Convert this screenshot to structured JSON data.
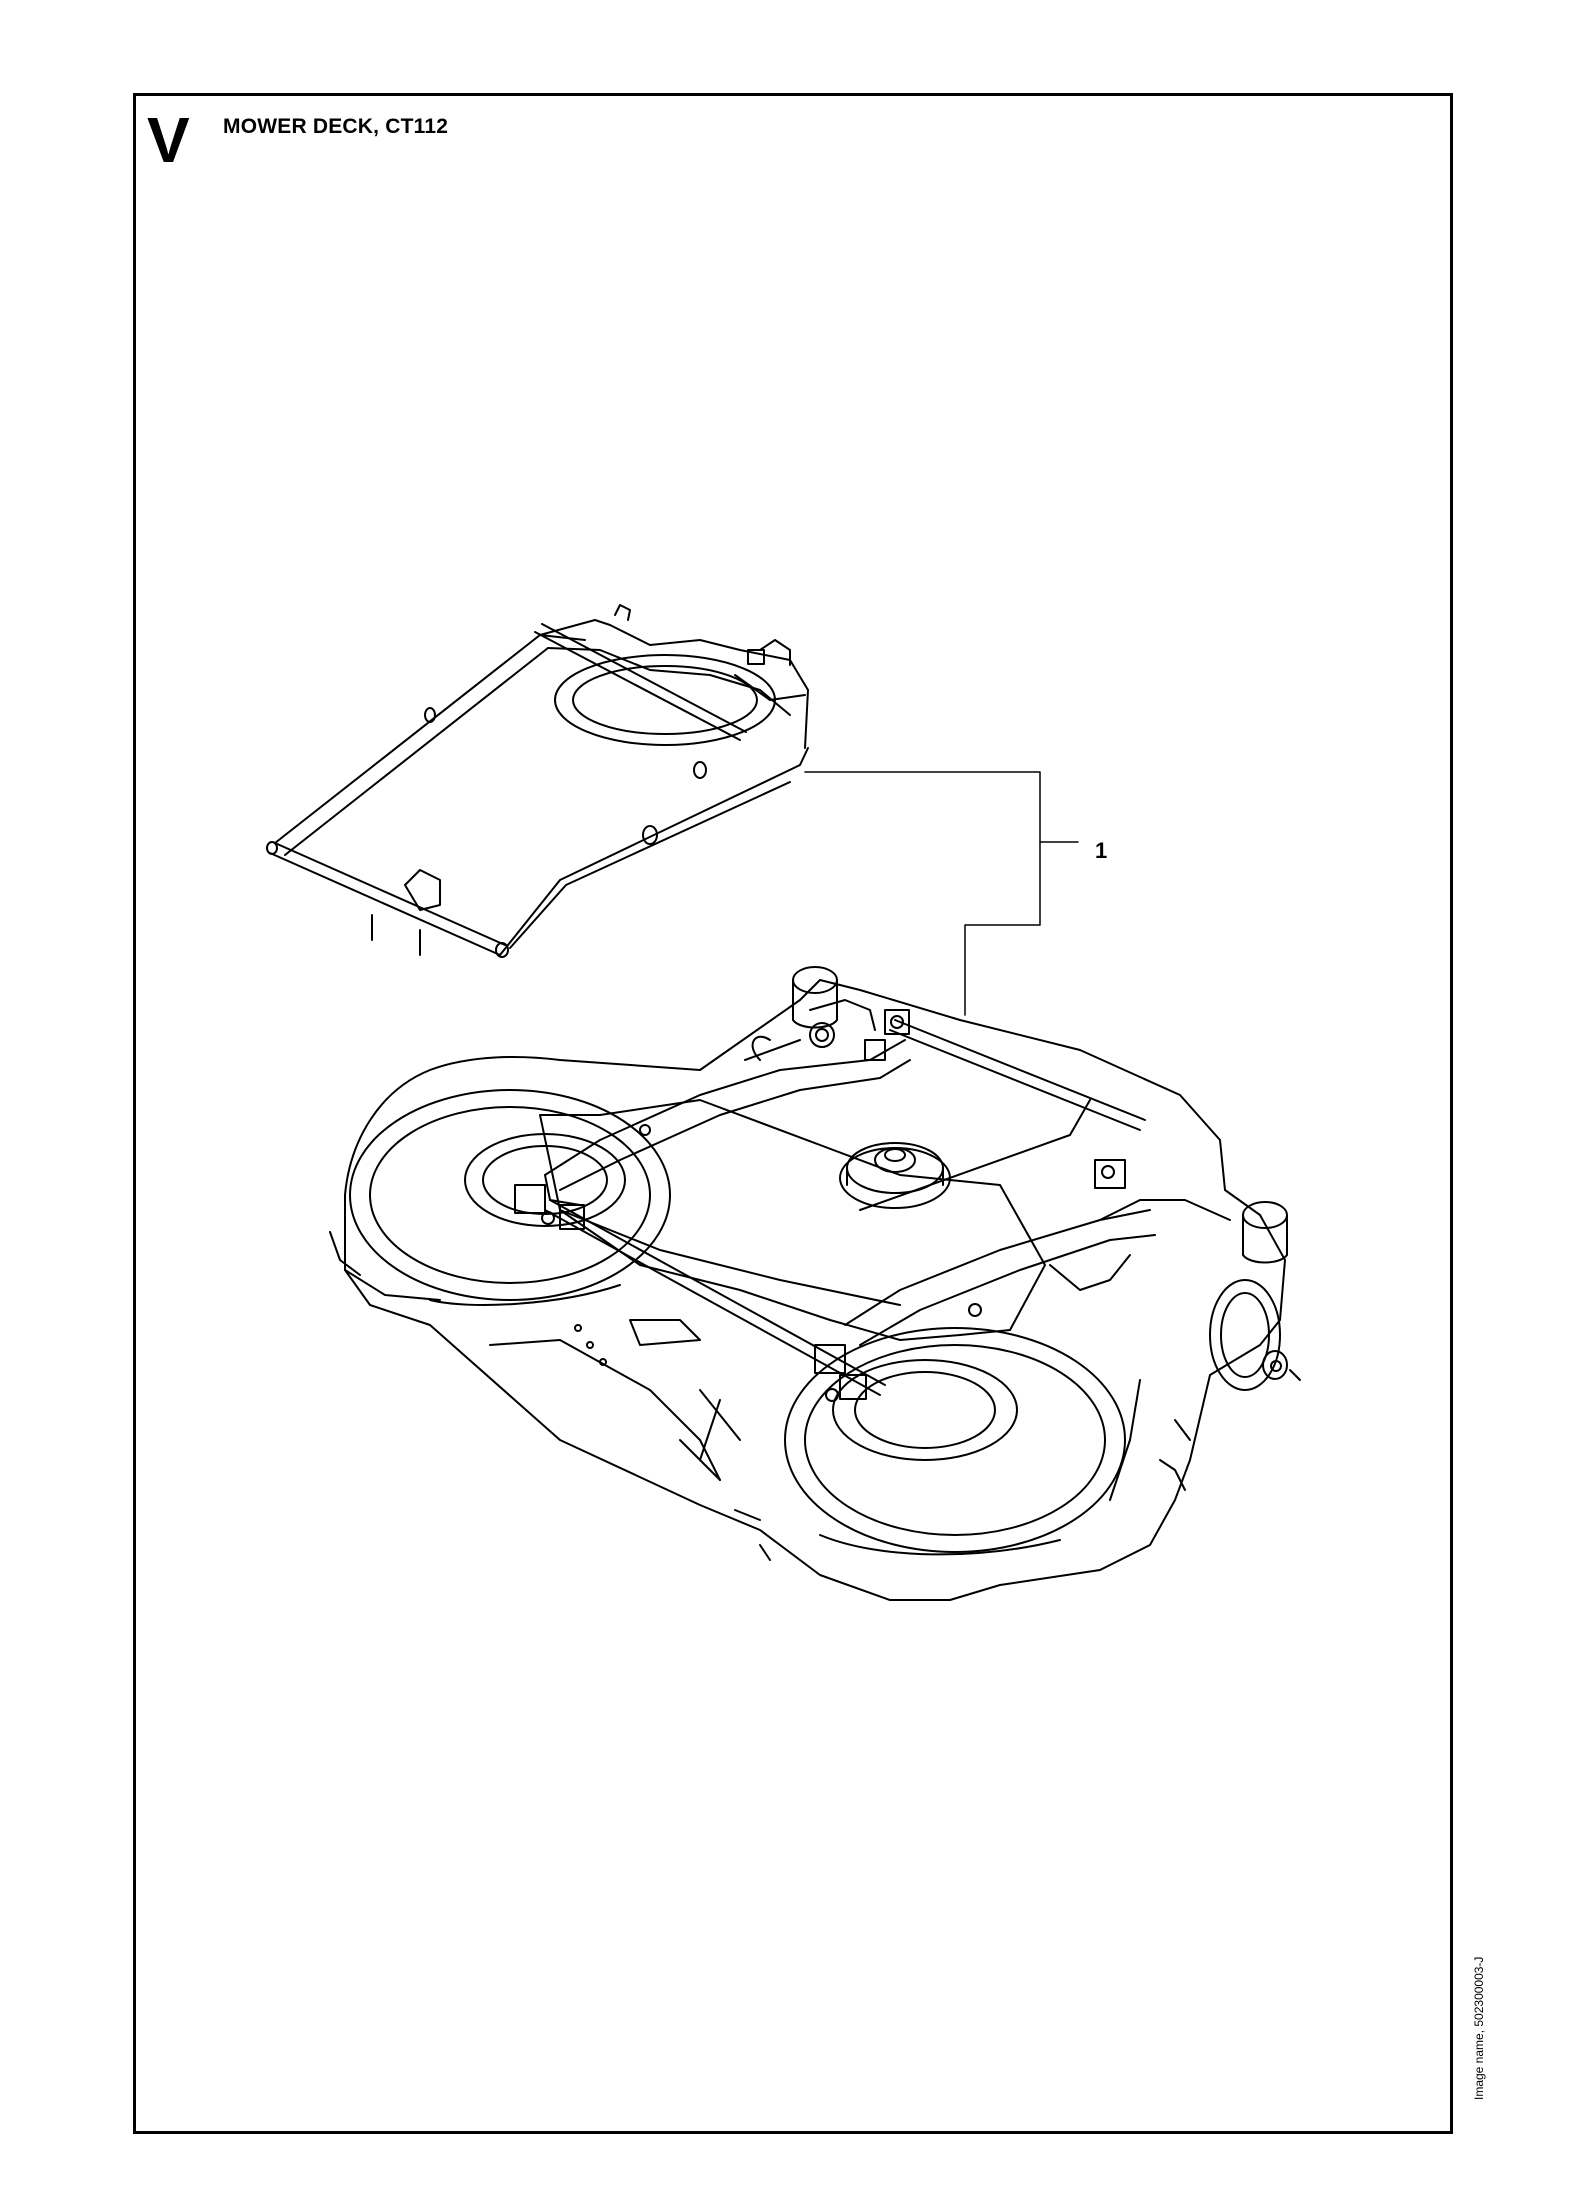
{
  "header": {
    "section_letter": "V",
    "title": "MOWER DECK, CT112"
  },
  "callouts": [
    {
      "label": "1"
    }
  ],
  "footer": {
    "image_name": "Image name, 502300003-J"
  }
}
